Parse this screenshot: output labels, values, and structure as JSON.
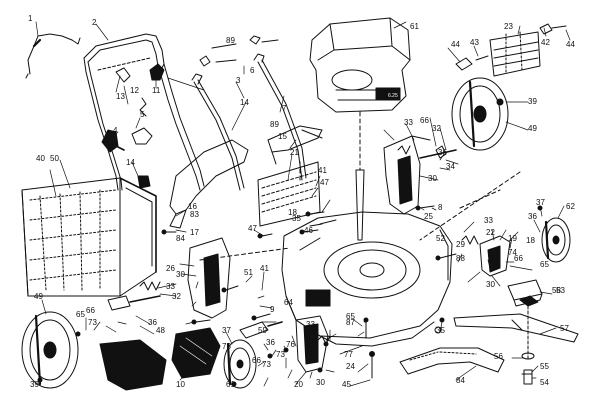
{
  "diagram": {
    "callouts": [
      {
        "id": "c1",
        "text": "1"
      },
      {
        "id": "c2",
        "text": "2"
      },
      {
        "id": "c3",
        "text": "3"
      },
      {
        "id": "c4",
        "text": "4"
      },
      {
        "id": "c5",
        "text": "5"
      },
      {
        "id": "c6",
        "text": "6"
      },
      {
        "id": "c7",
        "text": "7"
      },
      {
        "id": "c8",
        "text": "8"
      },
      {
        "id": "c9",
        "text": "9"
      },
      {
        "id": "c10",
        "text": "10"
      },
      {
        "id": "c11",
        "text": "11"
      },
      {
        "id": "c12",
        "text": "12"
      },
      {
        "id": "c13",
        "text": "13"
      },
      {
        "id": "c14a",
        "text": "14"
      },
      {
        "id": "c14b",
        "text": "14"
      },
      {
        "id": "c15",
        "text": "15"
      },
      {
        "id": "c16",
        "text": "16"
      },
      {
        "id": "c17",
        "text": "17"
      },
      {
        "id": "c18a",
        "text": "18"
      },
      {
        "id": "c18b",
        "text": "18"
      },
      {
        "id": "c19",
        "text": "19"
      },
      {
        "id": "c20",
        "text": "20"
      },
      {
        "id": "c21",
        "text": "21"
      },
      {
        "id": "c22",
        "text": "22"
      },
      {
        "id": "c23",
        "text": "23"
      },
      {
        "id": "c24",
        "text": "24"
      },
      {
        "id": "c25",
        "text": "25"
      },
      {
        "id": "c26",
        "text": "26"
      },
      {
        "id": "c29",
        "text": "29"
      },
      {
        "id": "c30a",
        "text": "30"
      },
      {
        "id": "c30b",
        "text": "30"
      },
      {
        "id": "c30c",
        "text": "30"
      },
      {
        "id": "c30d",
        "text": "30"
      },
      {
        "id": "c31",
        "text": "31"
      },
      {
        "id": "c32a",
        "text": "32"
      },
      {
        "id": "c32b",
        "text": "32"
      },
      {
        "id": "c33a",
        "text": "33"
      },
      {
        "id": "c33b",
        "text": "33"
      },
      {
        "id": "c33c",
        "text": "33"
      },
      {
        "id": "c33d",
        "text": "33"
      },
      {
        "id": "c34",
        "text": "34"
      },
      {
        "id": "c35a",
        "text": "35"
      },
      {
        "id": "c35b",
        "text": "35"
      },
      {
        "id": "c36a",
        "text": "36"
      },
      {
        "id": "c36b",
        "text": "36"
      },
      {
        "id": "c36c",
        "text": "36"
      },
      {
        "id": "c36d",
        "text": "36"
      },
      {
        "id": "c37a",
        "text": "37"
      },
      {
        "id": "c37b",
        "text": "37"
      },
      {
        "id": "c39a",
        "text": "39"
      },
      {
        "id": "c39b",
        "text": "39"
      },
      {
        "id": "c40",
        "text": "40"
      },
      {
        "id": "c41a",
        "text": "41"
      },
      {
        "id": "c41b",
        "text": "41"
      },
      {
        "id": "c42",
        "text": "42"
      },
      {
        "id": "c43",
        "text": "43"
      },
      {
        "id": "c44a",
        "text": "44"
      },
      {
        "id": "c44b",
        "text": "44"
      },
      {
        "id": "c45",
        "text": "45"
      },
      {
        "id": "c46",
        "text": "46"
      },
      {
        "id": "c47a",
        "text": "47"
      },
      {
        "id": "c47b",
        "text": "47"
      },
      {
        "id": "c48",
        "text": "48"
      },
      {
        "id": "c49a",
        "text": "49"
      },
      {
        "id": "c49b",
        "text": "49"
      },
      {
        "id": "c50",
        "text": "50"
      },
      {
        "id": "c51",
        "text": "51"
      },
      {
        "id": "c52",
        "text": "52"
      },
      {
        "id": "c53",
        "text": "53"
      },
      {
        "id": "c54",
        "text": "54"
      },
      {
        "id": "c55",
        "text": "55"
      },
      {
        "id": "c56",
        "text": "56"
      },
      {
        "id": "c57",
        "text": "57"
      },
      {
        "id": "c58",
        "text": "58"
      },
      {
        "id": "c59",
        "text": "59"
      },
      {
        "id": "c61a",
        "text": "61"
      },
      {
        "id": "c61b",
        "text": "61"
      },
      {
        "id": "c62",
        "text": "62"
      },
      {
        "id": "c64",
        "text": "64"
      },
      {
        "id": "c65a",
        "text": "65"
      },
      {
        "id": "c65b",
        "text": "65"
      },
      {
        "id": "c65c",
        "text": "65"
      },
      {
        "id": "c66a",
        "text": "66"
      },
      {
        "id": "c66b",
        "text": "66"
      },
      {
        "id": "c66c",
        "text": "66"
      },
      {
        "id": "c66d",
        "text": "66"
      },
      {
        "id": "c73a",
        "text": "73"
      },
      {
        "id": "c73b",
        "text": "73"
      },
      {
        "id": "c73c",
        "text": "73"
      },
      {
        "id": "c73d",
        "text": "73"
      },
      {
        "id": "c74",
        "text": "74"
      },
      {
        "id": "c76",
        "text": "76"
      },
      {
        "id": "c77",
        "text": "77"
      },
      {
        "id": "c83",
        "text": "83"
      },
      {
        "id": "c84a",
        "text": "84"
      },
      {
        "id": "c84b",
        "text": "84"
      },
      {
        "id": "c87",
        "text": "87"
      },
      {
        "id": "c88",
        "text": "88"
      },
      {
        "id": "c89a",
        "text": "89"
      },
      {
        "id": "c89b",
        "text": "89"
      }
    ],
    "engine_label": "6.25"
  }
}
